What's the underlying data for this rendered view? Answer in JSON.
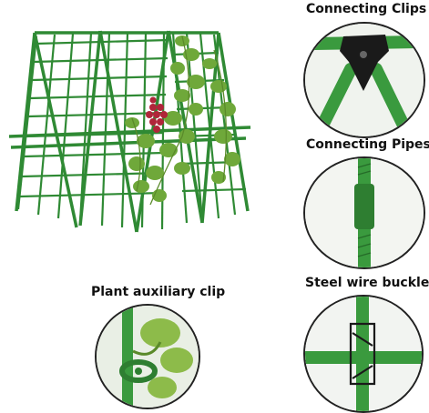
{
  "labels": {
    "connecting_clips": "Connecting Clips",
    "connecting_pipes": "Connecting Pipes",
    "steel_wire_buckle": "Steel wire buckle",
    "plant_auxiliary_clip": "Plant auxiliary clip"
  },
  "colors": {
    "trellis_green": "#2f8a34",
    "tube_green": "#3a9a3e",
    "leaf_green": "#6fa83a",
    "grape": "#b0263a",
    "clip_black": "#1a1a1a",
    "border": "#222222"
  }
}
